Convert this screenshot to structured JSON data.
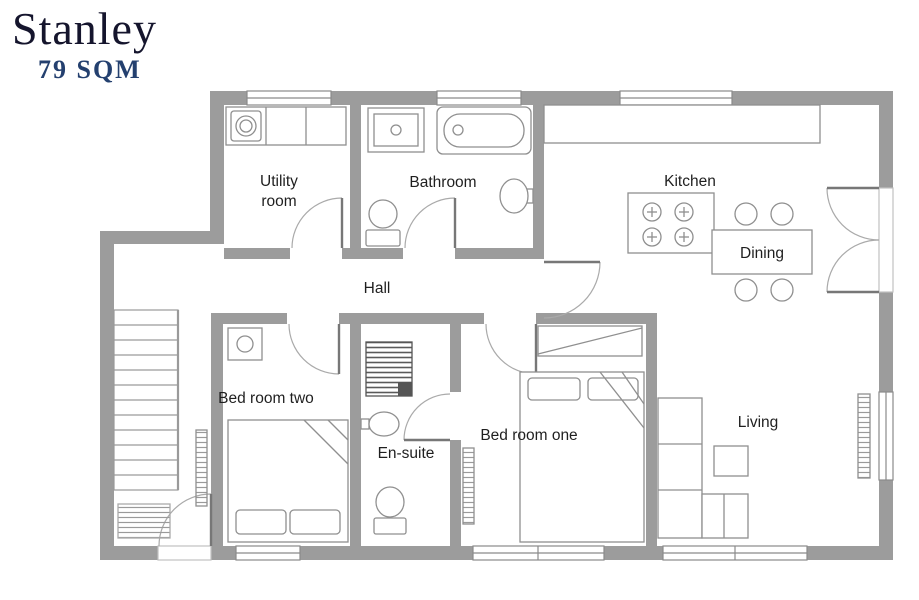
{
  "title": "Stanley",
  "subtitle": "79 SQM",
  "colors": {
    "wall": "#9c9c9c",
    "title_text": "#15152d",
    "subtitle_text": "#24406f",
    "room_label": "#1f1f1f",
    "fixture_line": "#8f8f8f"
  },
  "rooms": {
    "utility": {
      "line1": "Utility",
      "line2": "room"
    },
    "bathroom": {
      "label": "Bathroom"
    },
    "kitchen": {
      "label": "Kitchen"
    },
    "dining": {
      "label": "Dining"
    },
    "hall": {
      "label": "Hall"
    },
    "bedroom_two": {
      "label": "Bed room two"
    },
    "ensuite": {
      "label": "En-suite"
    },
    "bedroom_one": {
      "label": "Bed room one"
    },
    "living": {
      "label": "Living"
    }
  }
}
